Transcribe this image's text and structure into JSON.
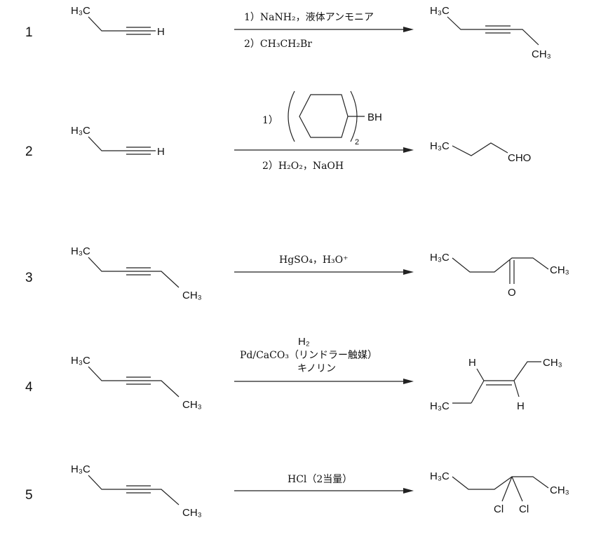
{
  "reactions": [
    {
      "number": "1",
      "reactant": {
        "left": "H₃C",
        "right": "H"
      },
      "conditions": [
        "1）NaNH₂，液体アンモニア",
        "2）CH₃CH₂Br"
      ],
      "product": {
        "left": "H₃C",
        "right": "CH₃"
      }
    },
    {
      "number": "2",
      "reactant": {
        "left": "H₃C",
        "right": "H"
      },
      "conditions": {
        "step1_prefix": "1）",
        "reagent_group": "BH",
        "reagent_count": "2",
        "step2": "2）H₂O₂，NaOH"
      },
      "product": {
        "left": "H₃C",
        "right": "CHO"
      }
    },
    {
      "number": "3",
      "reactant": {
        "left": "H₃C",
        "right": "CH₃"
      },
      "conditions": [
        "HgSO₄，H₃O⁺"
      ],
      "product": {
        "left": "H₃C",
        "right": "CH₃",
        "oxygen": "O"
      }
    },
    {
      "number": "4",
      "reactant": {
        "left": "H₃C",
        "right": "CH₃"
      },
      "conditions": [
        "H₂",
        "Pd/CaCO₃（リンドラー触媒）",
        "キノリン"
      ],
      "product": {
        "top_left": "H",
        "top_right": "CH₃",
        "bottom_left": "H₃C",
        "bottom_right": "H"
      }
    },
    {
      "number": "5",
      "reactant": {
        "left": "H₃C",
        "right": "CH₃"
      },
      "conditions": [
        "HCl（2当量）"
      ],
      "product": {
        "left": "H₃C",
        "right": "CH₃",
        "cl1": "Cl",
        "cl2": "Cl"
      }
    }
  ]
}
